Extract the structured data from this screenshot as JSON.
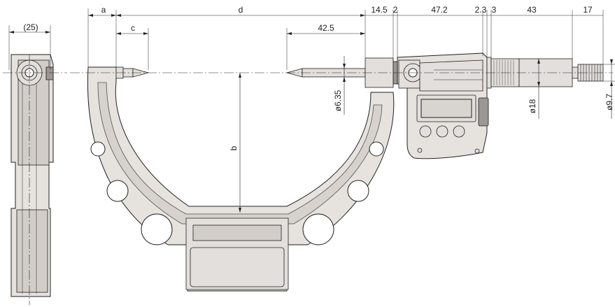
{
  "dimensions": {
    "width_25": "(25)",
    "a": "a",
    "c": "c",
    "d": "d",
    "b": "b",
    "l_42_5": "42.5",
    "l_14_5": "14.5",
    "l_2": "2",
    "l_47_2": "47.2",
    "l_2_3": "2.3",
    "l_3": "3",
    "l_43": "43",
    "l_17": "17",
    "dia_6_35": "ø6.35",
    "dia_18": "ø18",
    "dia_9_7": "ø9.7"
  },
  "colors": {
    "body": "#e6e2de",
    "shade": "#d2cdc8",
    "line": "#222222"
  }
}
